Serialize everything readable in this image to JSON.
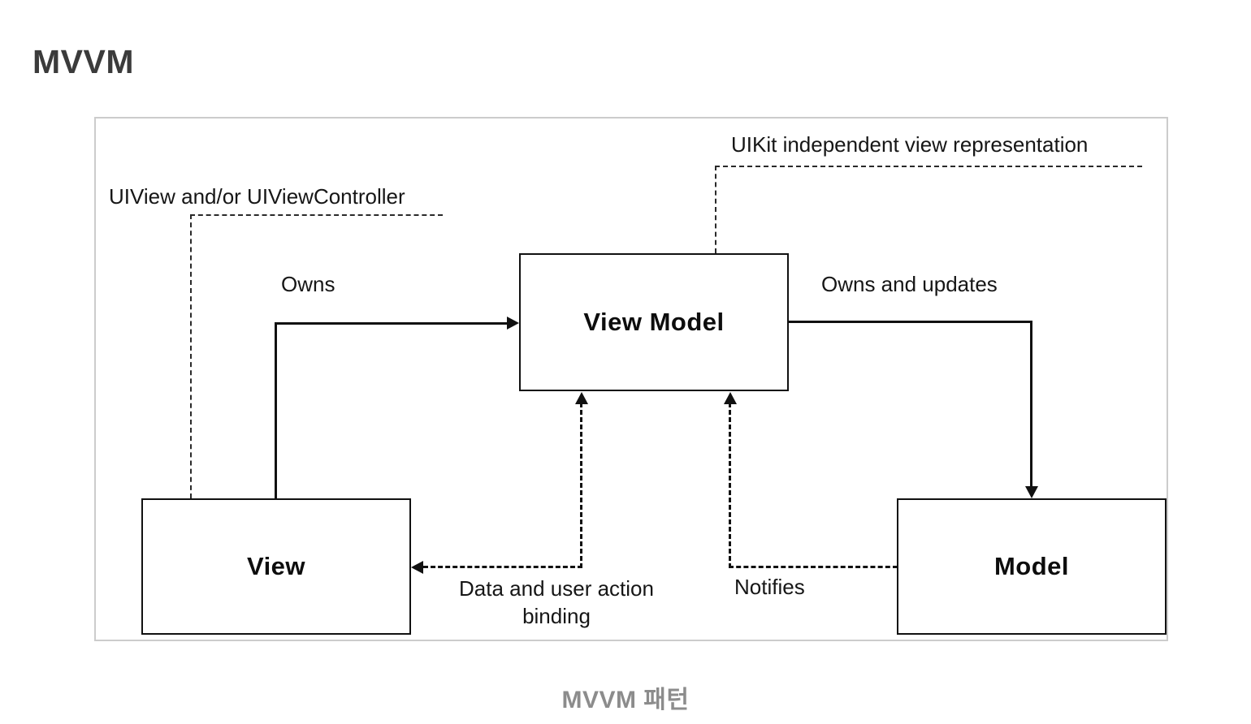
{
  "page": {
    "title": "MVVM",
    "caption": "MVVM 패턴"
  },
  "diagram": {
    "type": "architecture-pattern",
    "nodes": [
      {
        "id": "view-model",
        "label": "View Model"
      },
      {
        "id": "view",
        "label": "View"
      },
      {
        "id": "model",
        "label": "Model"
      }
    ],
    "annotations": [
      {
        "id": "uiview-note",
        "text": "UIView and/or UIViewController",
        "target": "view"
      },
      {
        "id": "uikit-note",
        "text": "UIKit independent view representation",
        "target": "view-model"
      }
    ],
    "edges": [
      {
        "from": "view",
        "to": "view-model",
        "label": "Owns",
        "style": "solid"
      },
      {
        "from": "view-model",
        "to": "model",
        "label": "Owns and updates",
        "style": "solid"
      },
      {
        "from": "view-model",
        "to": "view",
        "label": "Data and user action binding",
        "style": "dashed",
        "bidirectional": true
      },
      {
        "from": "model",
        "to": "view-model",
        "label": "Notifies",
        "style": "dashed"
      }
    ],
    "colors": {
      "line": "#111111",
      "frame_border": "#cccccc",
      "title_text": "#3b3b3b",
      "caption_text": "#8c8c8c",
      "background": "#ffffff"
    }
  }
}
